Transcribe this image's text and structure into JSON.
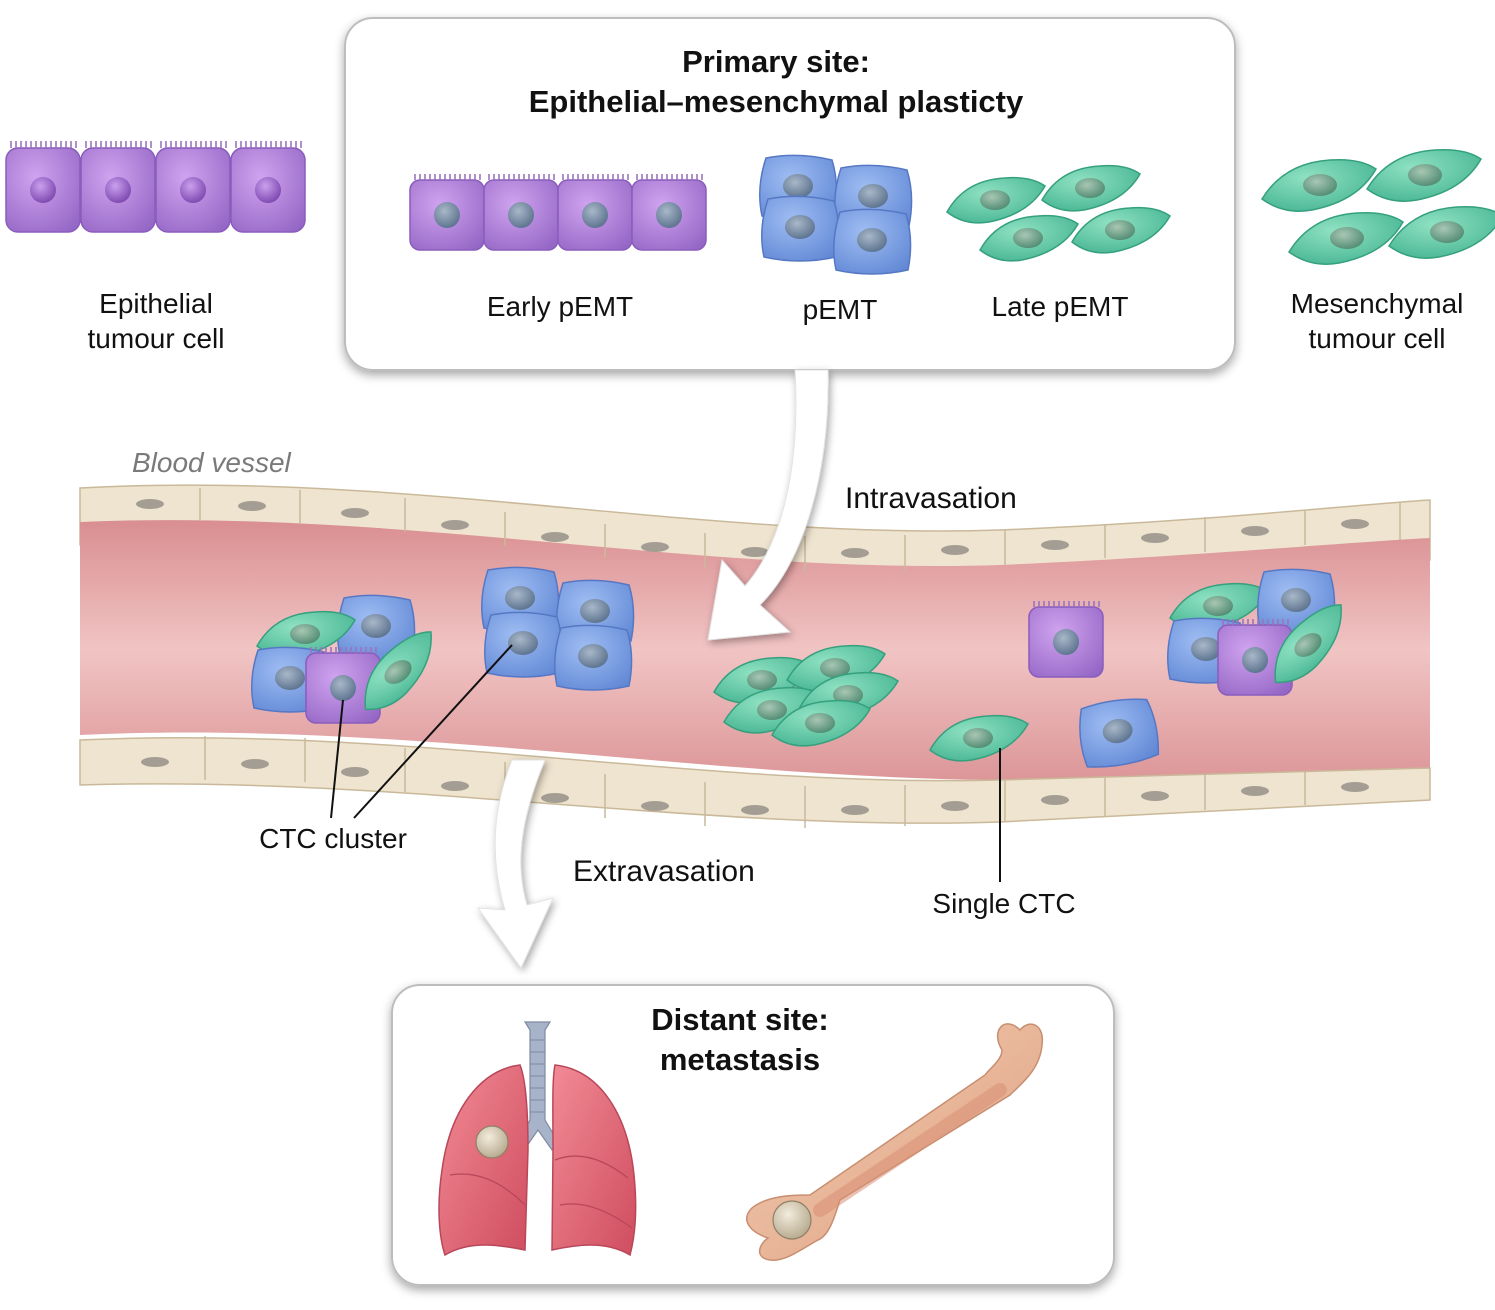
{
  "primary_box": {
    "title_line1": "Primary site:",
    "title_line2": "Epithelial–mesenchymal plasticty",
    "stages": [
      "Early pEMT",
      "pEMT",
      "Late pEMT"
    ]
  },
  "side_labels": {
    "epithelial": [
      "Epithelial",
      "tumour cell"
    ],
    "mesenchymal": [
      "Mesenchymal",
      "tumour cell"
    ]
  },
  "vessel": {
    "label": "Blood vessel",
    "intravasation": "Intravasation",
    "extravasation": "Extravasation",
    "ctc_cluster": "CTC cluster",
    "single_ctc": "Single CTC"
  },
  "distant_box": {
    "title_line1": "Distant site:",
    "title_line2": "metastasis"
  },
  "colors": {
    "epithelial": "#b07ad8",
    "intermediate": "#7a9fe2",
    "mesenchymal": "#5ccaa6",
    "vessel_lumen": "#e9aaa9",
    "vessel_wall": "#efe4cf",
    "lung": "#e56a78",
    "bone": "#eab79a"
  }
}
